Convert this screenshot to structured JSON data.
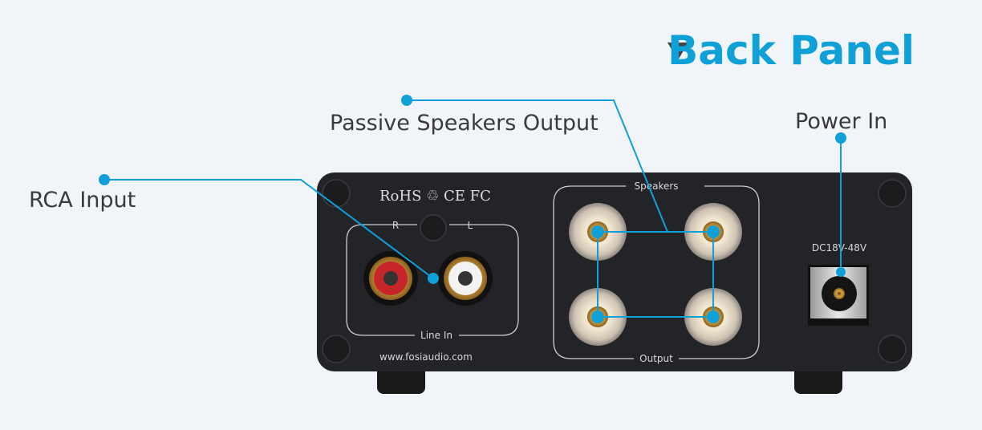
{
  "header": {
    "title": "Back Panel",
    "title_icon": "triangle-down-icon"
  },
  "callouts": {
    "rca_input": "RCA Input",
    "speakers_output": "Passive Speakers Output",
    "power_in": "Power In"
  },
  "panel": {
    "certifications": "RoHS ♲ CE FC",
    "channel_right": "R",
    "channel_left": "L",
    "line_in": "Line In",
    "website": "www.fosiaudio.com",
    "speakers": "Speakers",
    "output": "Output",
    "dc_rating": "DC18V-48V"
  },
  "colors": {
    "accent": "#0fa0d8",
    "panel": "#232427",
    "background": "#f1f4f8"
  }
}
